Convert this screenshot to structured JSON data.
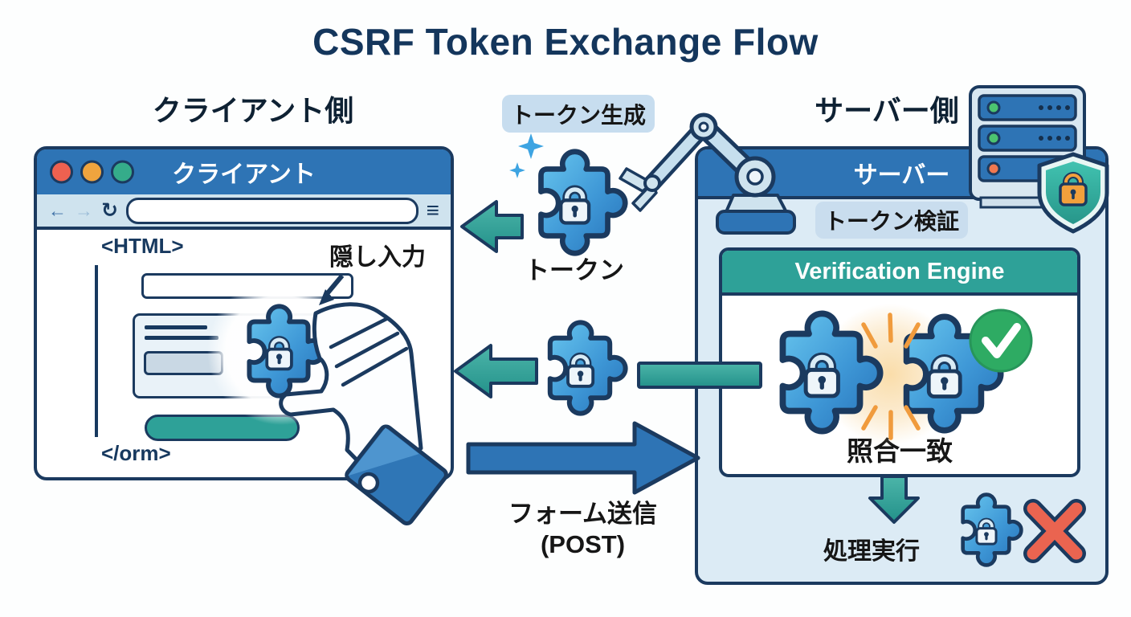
{
  "title": "CSRF Token Exchange Flow",
  "palette": {
    "navy_outline": "#1b3a5f",
    "title_navy": "#14365c",
    "window_blue": "#2e74b5",
    "toolbar_blue": "#cfe3ee",
    "server_bg_blue": "#dcebf5",
    "teal": "#2ea198",
    "badge_blue": "#c7ddef",
    "puzzle_blue": "#3e97d6",
    "success_green": "#2eab63",
    "error_red": "#ea6450",
    "burst_orange": "#f09b3d",
    "shield_lock_orange": "#f2a03c",
    "traffic_red": "#ee6150",
    "traffic_yellow": "#f0a43e",
    "traffic_green": "#35ac8a"
  },
  "client": {
    "side_label": "クライアント側",
    "window_title": "クライアント",
    "html_open_tag": "<HTML>",
    "form_close_tag": "</orm>",
    "hidden_input_label": "隠し入力"
  },
  "middle": {
    "token_generation_badge": "トークン生成",
    "token_label": "トークン",
    "form_submit_label": "フォーム送信",
    "form_submit_method": "(POST)"
  },
  "server": {
    "side_label": "サーバー側",
    "window_title": "サーバー",
    "token_verification_badge": "トークン検証",
    "verification_engine_title": "Verification Engine",
    "match_label": "照合一致",
    "process_label": "処理実行"
  }
}
